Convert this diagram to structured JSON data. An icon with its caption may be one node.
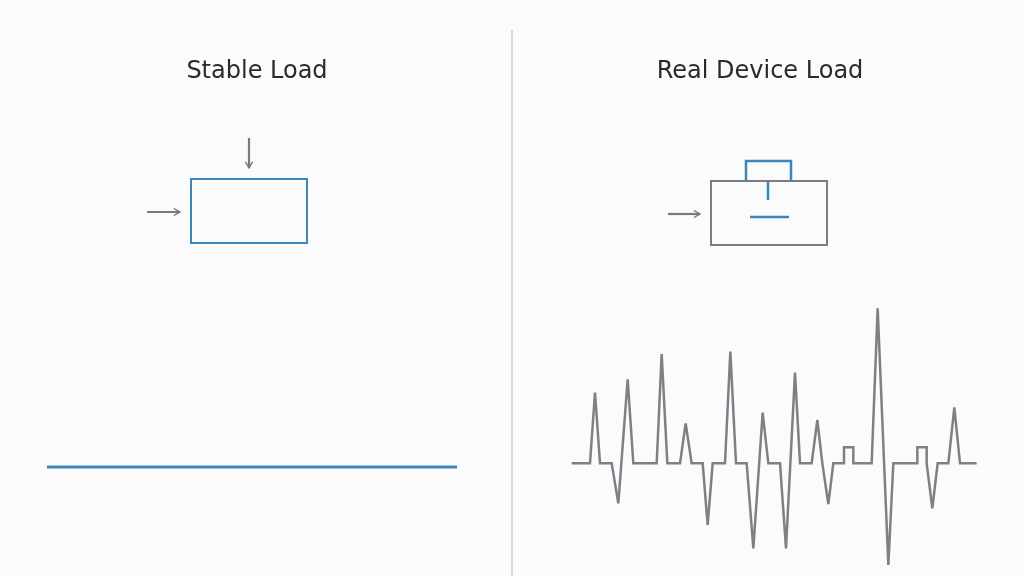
{
  "diagram": {
    "nodes": [
      {
        "text": [],
        "shape": "box"
      },
      {
        "text": [],
        "shape": "box"
      }
    ],
    "edges": [
      {
        "from": null,
        "to": 0,
        "arrow": "to"
      },
      {
        "from": null,
        "to": 0,
        "arrow": "to"
      },
      {
        "from": null,
        "to": 1,
        "arrow": "to"
      }
    ],
    "labels": [
      "Stable Load",
      "Real Device Load"
    ]
  }
}
